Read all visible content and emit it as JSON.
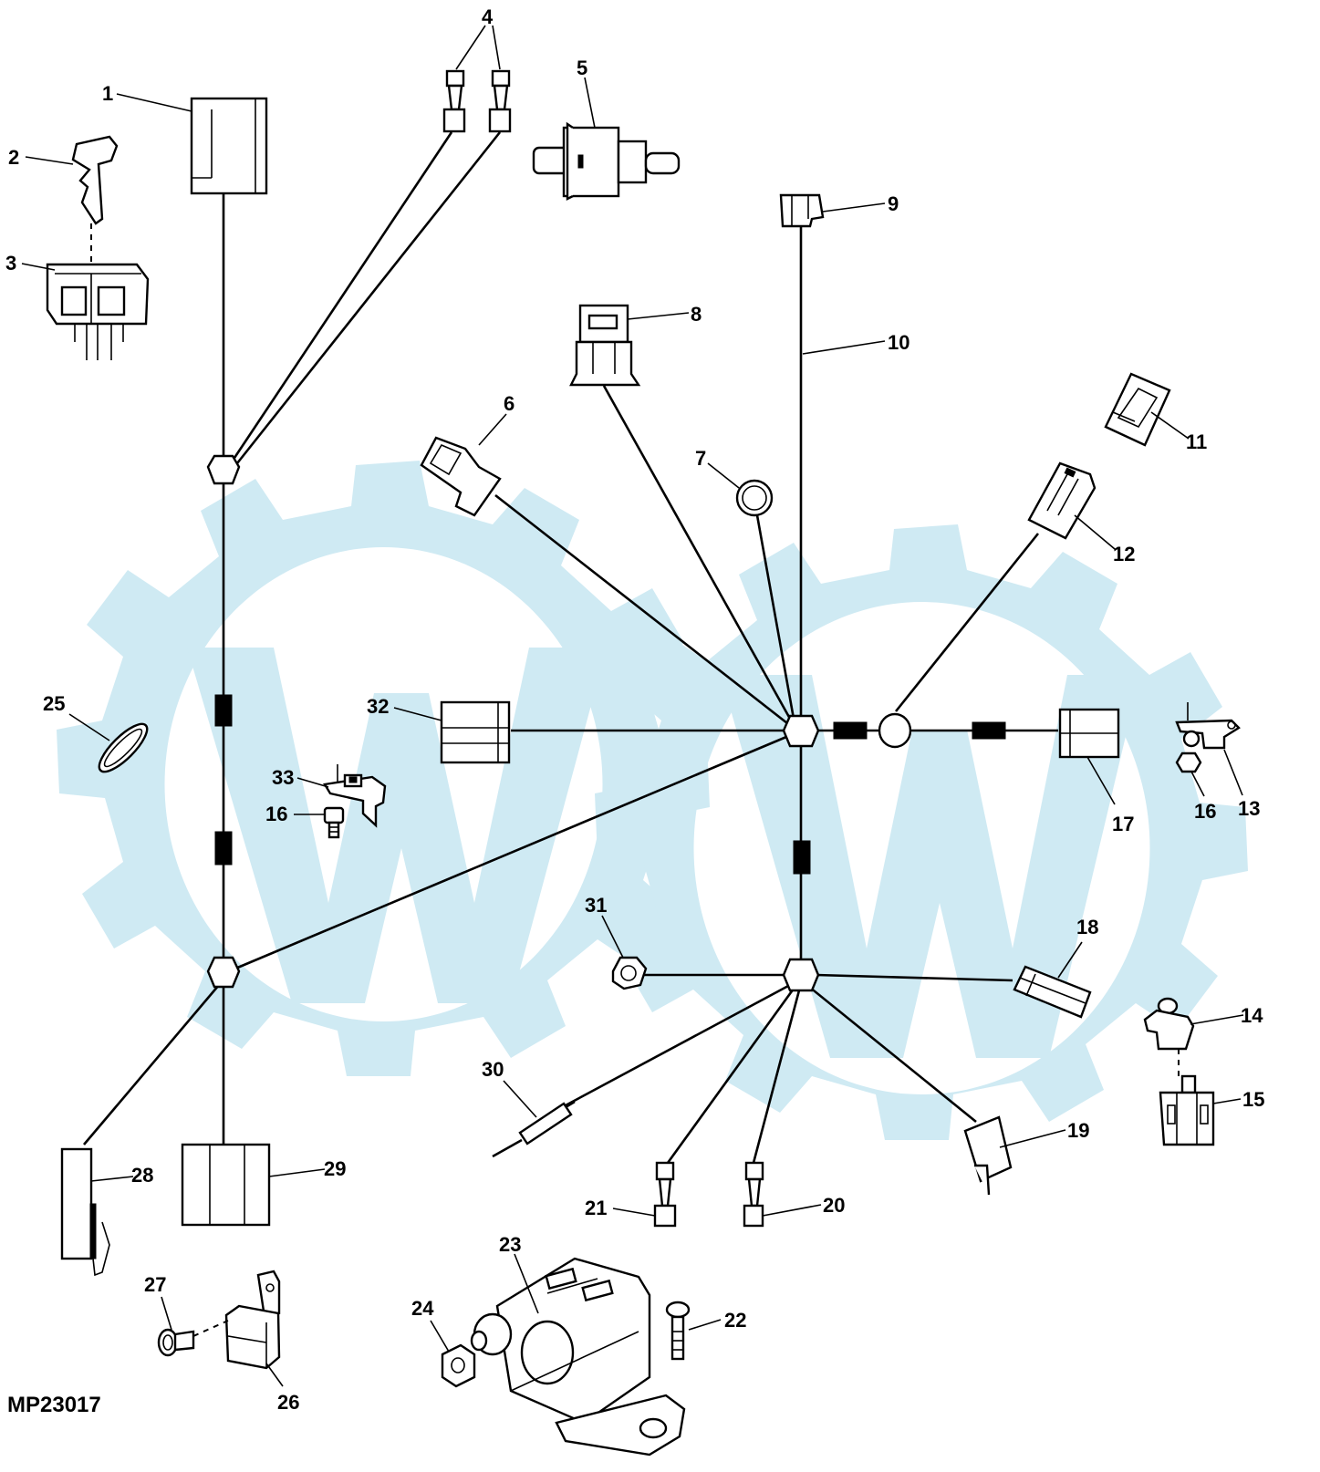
{
  "figure_code": "MP23017",
  "callouts": [
    "1",
    "2",
    "3",
    "4",
    "5",
    "6",
    "7",
    "8",
    "9",
    "10",
    "11",
    "12",
    "13",
    "14",
    "15",
    "16",
    "16",
    "17",
    "18",
    "19",
    "20",
    "21",
    "22",
    "23",
    "24",
    "25",
    "26",
    "27",
    "28",
    "29",
    "30",
    "31",
    "32",
    "33"
  ],
  "colors": {
    "line": "#000000",
    "watermark": "#cfeaf3",
    "background": "#ffffff"
  }
}
